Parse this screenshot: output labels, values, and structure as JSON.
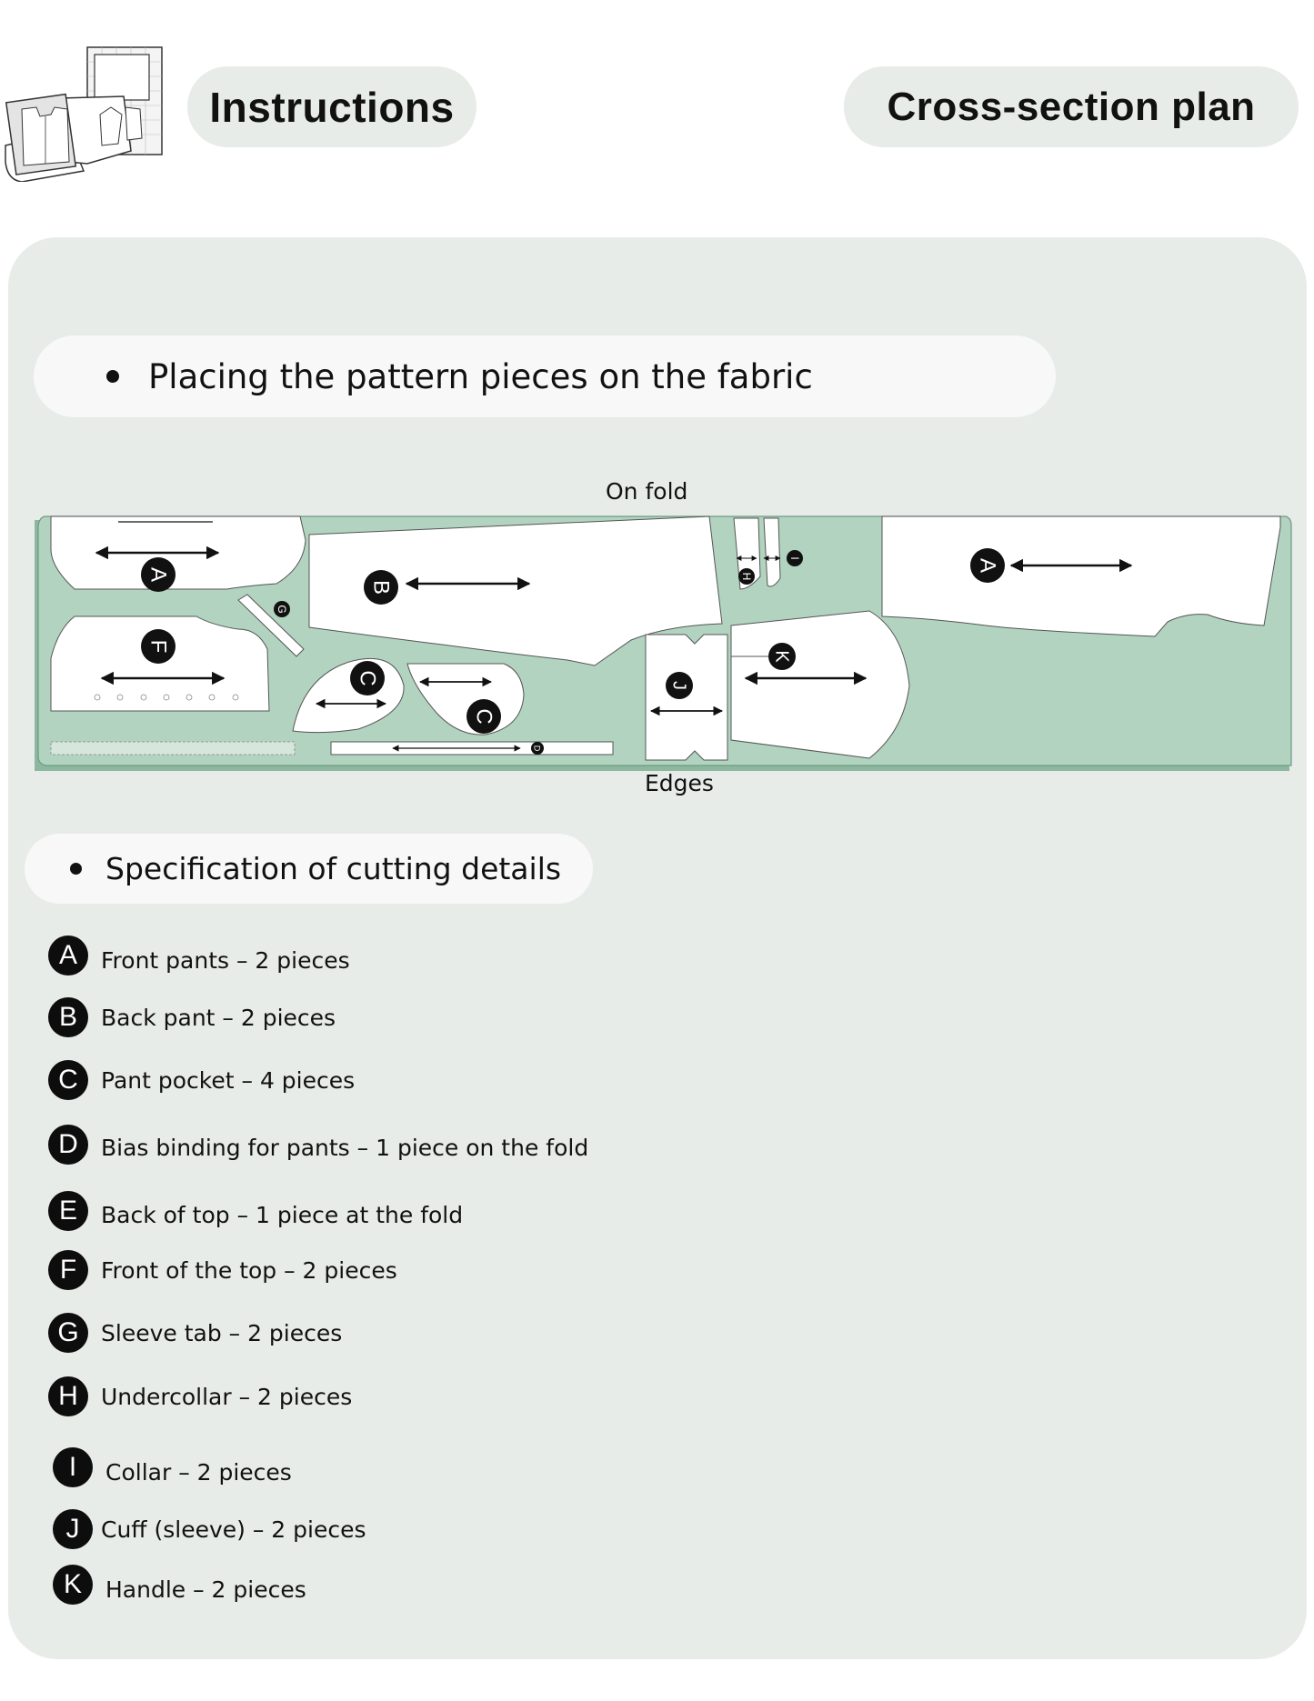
{
  "header": {
    "instructions_label": "Instructions",
    "plan_label": "Cross-section plan",
    "logo_icon": "sewing-pattern-sheets-icon"
  },
  "sections": {
    "placing_title": "Placing the pattern pieces on the fabric",
    "spec_title": "Specification of cutting details"
  },
  "layout": {
    "top_label": "On fold",
    "bottom_label": "Edges",
    "fabric_color": "#b1d3bf",
    "fabric_edge_color": "#8db89f",
    "piece_color": "#ffffff",
    "piece_letters": [
      "A",
      "F",
      "G",
      "B",
      "C",
      "C",
      "D",
      "H",
      "I",
      "J",
      "K",
      "A"
    ]
  },
  "cutting_details": [
    {
      "letter": "A",
      "text": "Front pants – 2 pieces"
    },
    {
      "letter": "B",
      "text": "Back pant – 2 pieces"
    },
    {
      "letter": "C",
      "text": "Pant pocket – 4 pieces"
    },
    {
      "letter": "D",
      "text": "Bias binding for pants – 1 piece on the fold"
    },
    {
      "letter": "E",
      "text": "Back of top – 1 piece at the fold"
    },
    {
      "letter": "F",
      "text": "Front of the top – 2 pieces"
    },
    {
      "letter": "G",
      "text": "Sleeve tab – 2 pieces"
    },
    {
      "letter": "H",
      "text": "Undercollar – 2 pieces"
    },
    {
      "letter": "I",
      "text": "Collar  – 2 pieces"
    },
    {
      "letter": "J",
      "text": "Cuff (sleeve) – 2 pieces"
    },
    {
      "letter": "K",
      "text": "Handle – 2 pieces"
    }
  ]
}
